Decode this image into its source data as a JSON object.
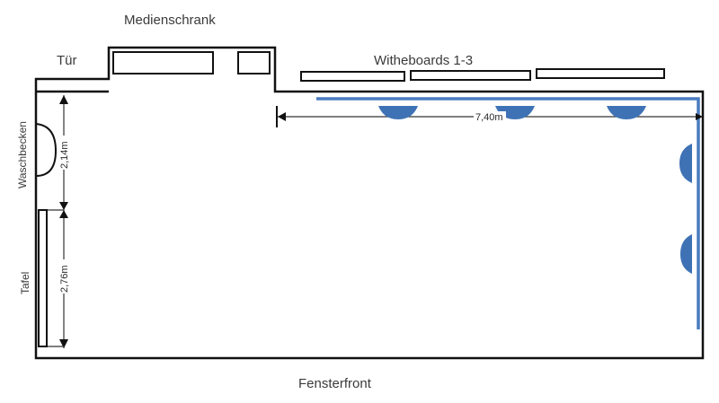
{
  "labels": {
    "media_cabinet": "Medienschrank",
    "door": "Tür",
    "whiteboards": "Witheboards 1-3",
    "sink": "Waschbecken",
    "blackboard": "Tafel",
    "window_front": "Fensterfront"
  },
  "dimensions": {
    "room_length": "7,40m",
    "sink_wall": "2,14m",
    "board_wall": "2,76m"
  },
  "colors": {
    "wall": "#111111",
    "accent_blue": "#4a7cc0",
    "fixture_blue": "#3f72b5"
  },
  "fixtures": {
    "top_lamps_count": 3,
    "side_lamps_count": 2,
    "whiteboard_count": 3
  }
}
